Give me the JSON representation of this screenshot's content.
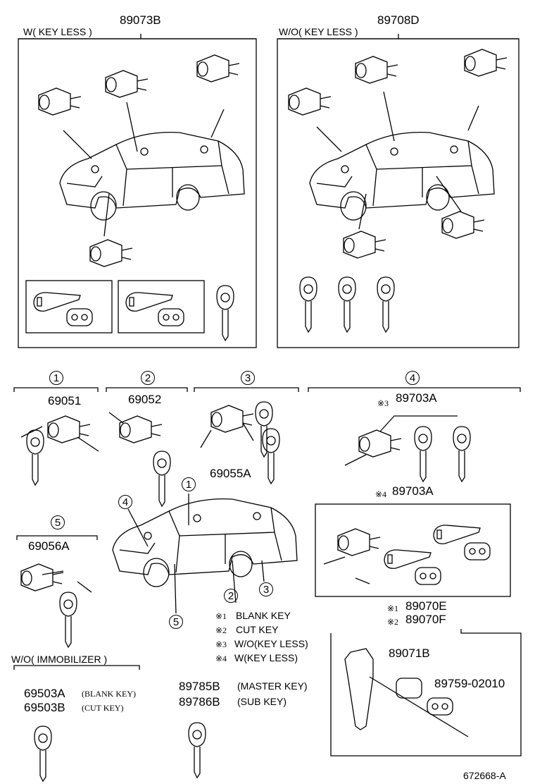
{
  "top_left": {
    "part": "89073B",
    "label": "W( KEY LESS )"
  },
  "top_right": {
    "part": "89708D",
    "label": "W/O( KEY LESS )"
  },
  "groups": [
    {
      "num": "1",
      "part": "69051"
    },
    {
      "num": "2",
      "part": "69052"
    },
    {
      "num": "3",
      "part": "69055A"
    },
    {
      "num": "4",
      "part": "89703A",
      "mark": "※3"
    },
    {
      "num": "5",
      "part": "69056A"
    }
  ],
  "keyless_set": {
    "mark": "※4",
    "part": "89703A"
  },
  "car_callouts": [
    "1",
    "2",
    "3",
    "4",
    "5"
  ],
  "notes": [
    {
      "mark": "※1",
      "text": "BLANK  KEY"
    },
    {
      "mark": "※2",
      "text": "CUT  KEY"
    },
    {
      "mark": "※3",
      "text": "W/O(KEY LESS)"
    },
    {
      "mark": "※4",
      "text": "W(KEY LESS)"
    }
  ],
  "remote": {
    "blank": {
      "mark": "※1",
      "part": "89070E"
    },
    "cut": {
      "mark": "※2",
      "part": "89070F"
    },
    "case": "89071B",
    "screw": "89759-02010"
  },
  "immobilizer": {
    "label": "W/O( IMMOBILIZER )",
    "blank": {
      "part": "69503A",
      "desc": "(BLANK KEY)"
    },
    "cut": {
      "part": "69503B",
      "desc": "(CUT KEY)"
    }
  },
  "master": {
    "part": "89785B",
    "desc": "(MASTER KEY)"
  },
  "sub": {
    "part": "89786B",
    "desc": "(SUB KEY)"
  },
  "figure_id": "672668-A"
}
